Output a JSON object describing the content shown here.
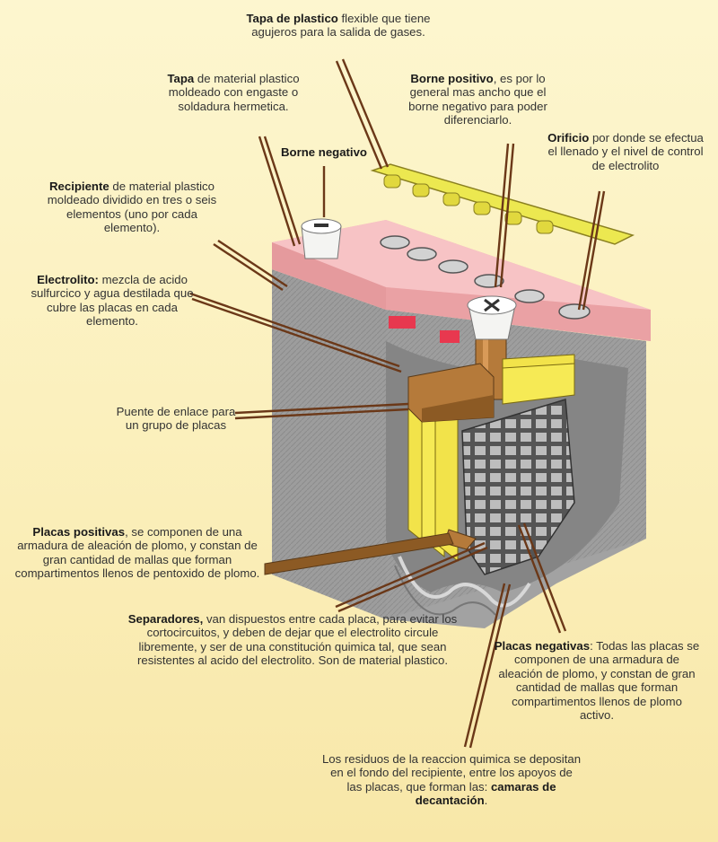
{
  "labels": {
    "tapa_plastico": {
      "bold": "Tapa de plastico",
      "text": " flexible que tiene agujeros para la salida de gases."
    },
    "tapa_material": {
      "bold": "Tapa",
      "text": " de material plastico moldeado con engaste o soldadura hermetica."
    },
    "borne_positivo": {
      "bold": "Borne positivo",
      "text": ", es por lo general mas ancho que el borne negativo para poder diferenciarlo."
    },
    "borne_negativo": {
      "bold": "Borne negativo",
      "text": ""
    },
    "orificio": {
      "bold": "Orificio",
      "text": " por donde se efectua el llenado y el nivel de control de electrolito"
    },
    "recipiente": {
      "bold": "Recipiente",
      "text": " de material plastico moldeado dividido en tres o seis elementos (uno por cada elemento)."
    },
    "electrolito": {
      "bold": "Electrolito:",
      "text": " mezcla de acido sulfurcico y agua destilada que cubre las placas en cada elemento."
    },
    "puente": {
      "bold": "",
      "text": "Puente de enlace para un grupo de placas"
    },
    "placas_positivas": {
      "bold": "Placas positivas",
      "text": ", se componen de una armadura de aleación de plomo, y constan de gran cantidad de mallas que forman compartimentos llenos de pentoxido de plomo."
    },
    "separadores": {
      "bold": "Separadores,",
      "text": " van dispuestos entre cada placa, para evitar los cortocircuitos, y deben de dejar que el electrolito circule libremente, y ser de una constitución quimica tal, que sean resistentes al acido del electrolito. Son de material plastico."
    },
    "placas_negativas": {
      "bold": "Placas negativas",
      "text": ": Todas las placas se componen de una armadura de aleación de plomo, y constan de gran cantidad de mallas que forman compartimentos llenos de plomo activo."
    },
    "residuos": {
      "text": "Los residuos de la reaccion quimica se depositan en el fondo del recipiente, entre los apoyos de las placas, que forman las: ",
      "bold": "camaras de decantación",
      "end": "."
    }
  },
  "colors": {
    "background": "#fbf0bd",
    "lid": "#f3b5b8",
    "case": "#9a9a9a",
    "plates_yellow": "#f2e34a",
    "bridge": "#b57a3a",
    "vent_strip": "#e8e24c"
  }
}
